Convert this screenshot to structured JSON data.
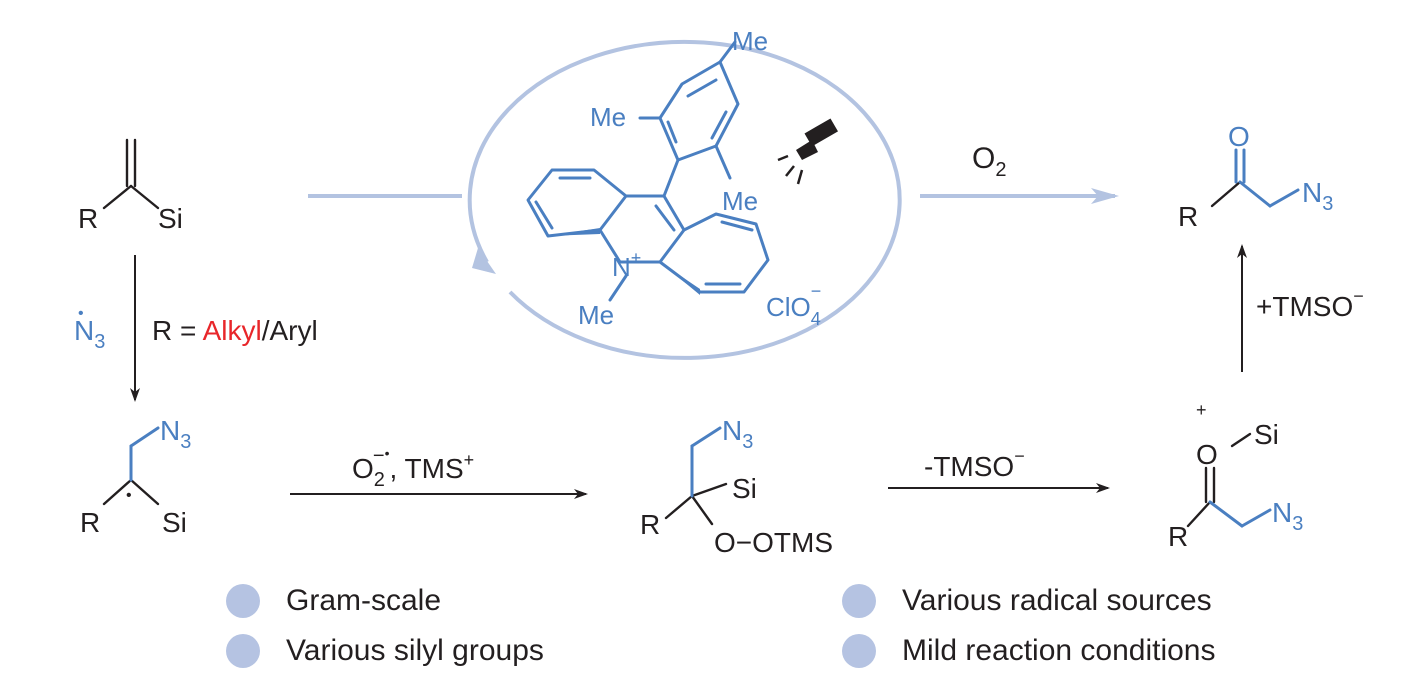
{
  "labels": {
    "R": "R",
    "Si": "Si",
    "N": "N",
    "sub3": "3",
    "sub2": "2",
    "sub4": "4",
    "Me": "Me",
    "O": "O",
    "O2": "O",
    "r_eq": "R = ",
    "alkyl": "Alkyl",
    "slash_aryl": "/Aryl",
    "tms_plus": ", TMS",
    "plus": "+",
    "minus": "−",
    "radical_dot": "•",
    "OOTMS": "O−OTMS",
    "minus_tmso": "-TMSO",
    "plus_tmso": "+TMSO",
    "cl": "ClO",
    "equals": "="
  },
  "features": {
    "left": [
      "Gram-scale",
      "Various silyl groups"
    ],
    "right": [
      "Various radical sources",
      "Mild reaction conditions"
    ]
  },
  "colors": {
    "blue": "#4a7fc1",
    "red": "#e8262a",
    "lightblue": "#b3c3e1",
    "dot": "#b5c3e2"
  }
}
